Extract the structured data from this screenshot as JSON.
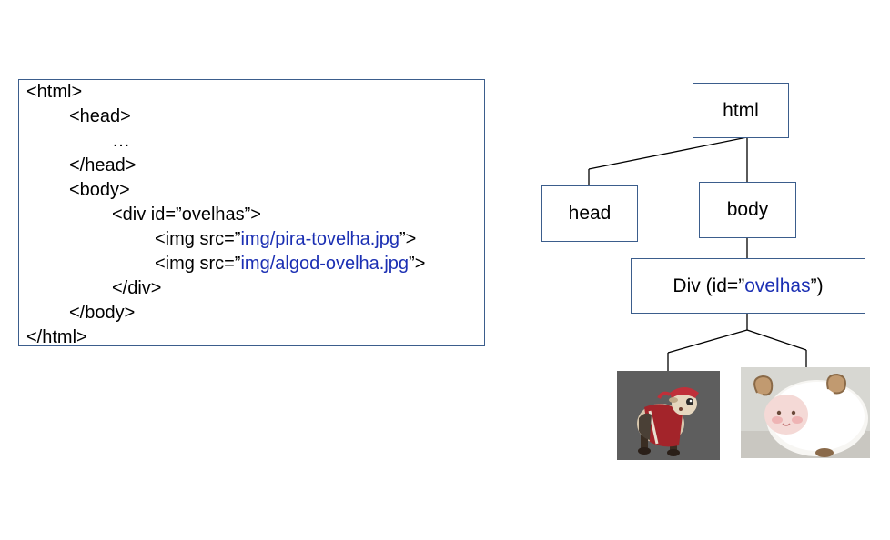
{
  "code": {
    "lines": [
      {
        "pre": "<html>",
        "link": "",
        "post": ""
      },
      {
        "pre": "<head>",
        "link": "",
        "post": ""
      },
      {
        "pre": "…",
        "link": "",
        "post": ""
      },
      {
        "pre": "</head>",
        "link": "",
        "post": ""
      },
      {
        "pre": "<body>",
        "link": "",
        "post": ""
      },
      {
        "pre": "<div id=”ovelhas”>",
        "link": "",
        "post": ""
      },
      {
        "pre": "<img src=”",
        "link": "img/pira-tovelha.jpg",
        "post": "”>"
      },
      {
        "pre": "<img src=”",
        "link": "img/algod-ovelha.jpg",
        "post": "”>"
      },
      {
        "pre": "</div>",
        "link": "",
        "post": ""
      },
      {
        "pre": "</body>",
        "link": "",
        "post": ""
      },
      {
        "pre": "</html>",
        "link": "",
        "post": ""
      }
    ]
  },
  "tree": {
    "html": "html",
    "head": "head",
    "body": "body",
    "div": {
      "pre": "Div (id=”",
      "value": "ovelhas",
      "post": "”)"
    }
  },
  "images": [
    {
      "name": "pirate-sheep-image",
      "desc": "pirate sheep toy"
    },
    {
      "name": "plush-sheep-image",
      "desc": "white plush sheep"
    }
  ],
  "colors": {
    "border": "#3b5d8c",
    "link": "#1b2fb3"
  }
}
